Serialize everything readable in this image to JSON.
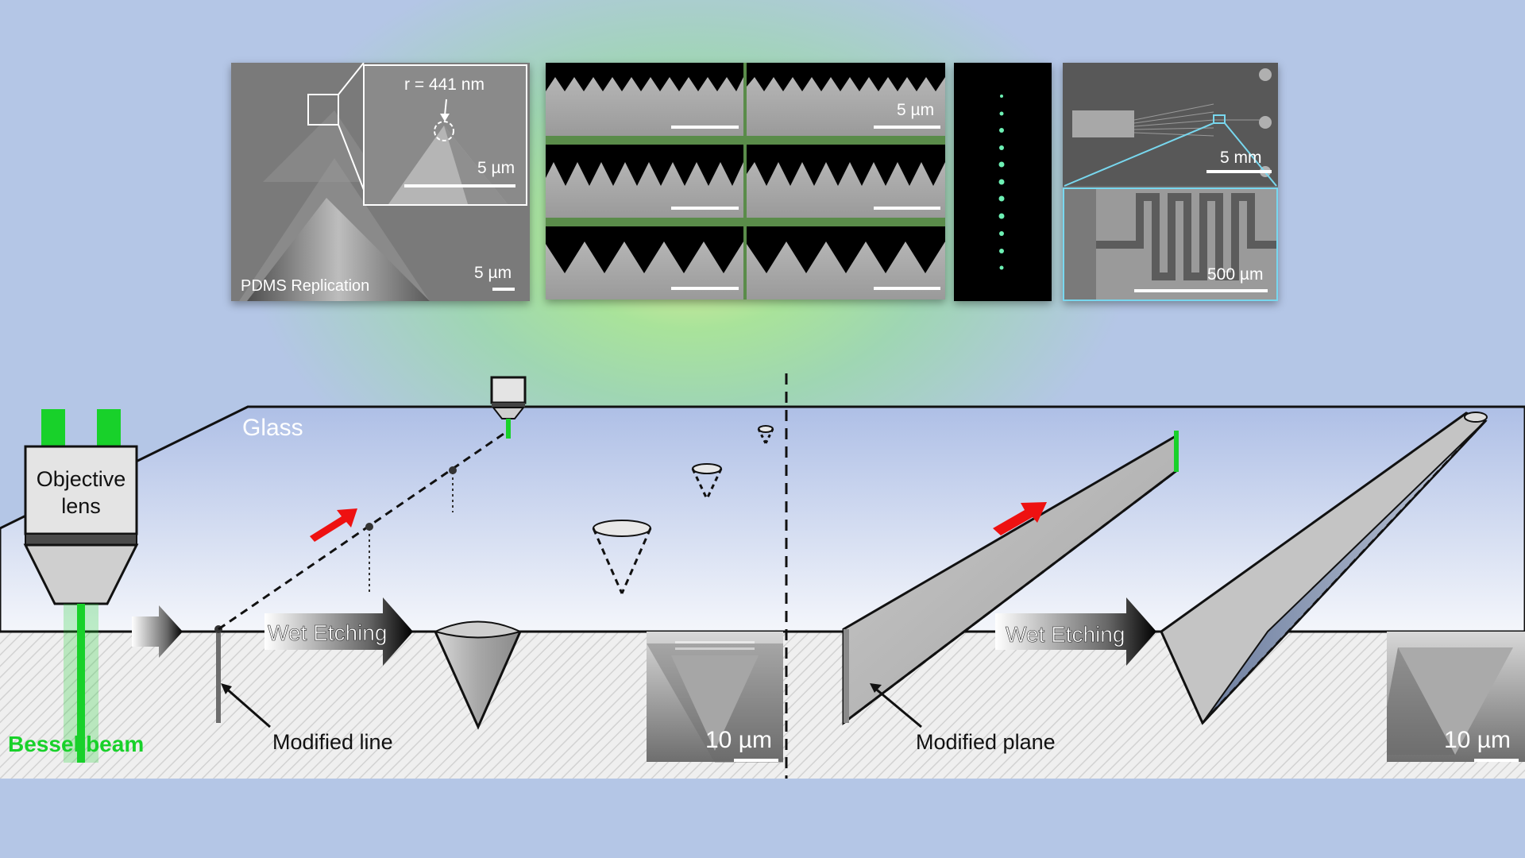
{
  "top_panels": {
    "pdms": {
      "caption": "PDMS Replication",
      "scale": "5 µm",
      "inset_scale": "5 µm",
      "radius_label": "r = 441 nm"
    },
    "gratings": {
      "scale": "5 µm"
    },
    "chip": {
      "scale_top": "5 mm",
      "scale_bottom": "500 µm"
    }
  },
  "diagram": {
    "glass_label": "Glass",
    "objective_label_line1": "Objective",
    "objective_label_line2": "lens",
    "beam_label": "Bessel beam",
    "wet_etching_left": "Wet Etching",
    "wet_etching_right": "Wet Etching",
    "modified_line": "Modified line",
    "modified_plane": "Modified plane",
    "scale_left": "10 µm",
    "scale_right": "10 µm"
  },
  "colors": {
    "beam_green": "#18d12a",
    "arrow_red": "#ee1111",
    "inset_border": "#78d7ee",
    "background": "#b4c6e6"
  }
}
